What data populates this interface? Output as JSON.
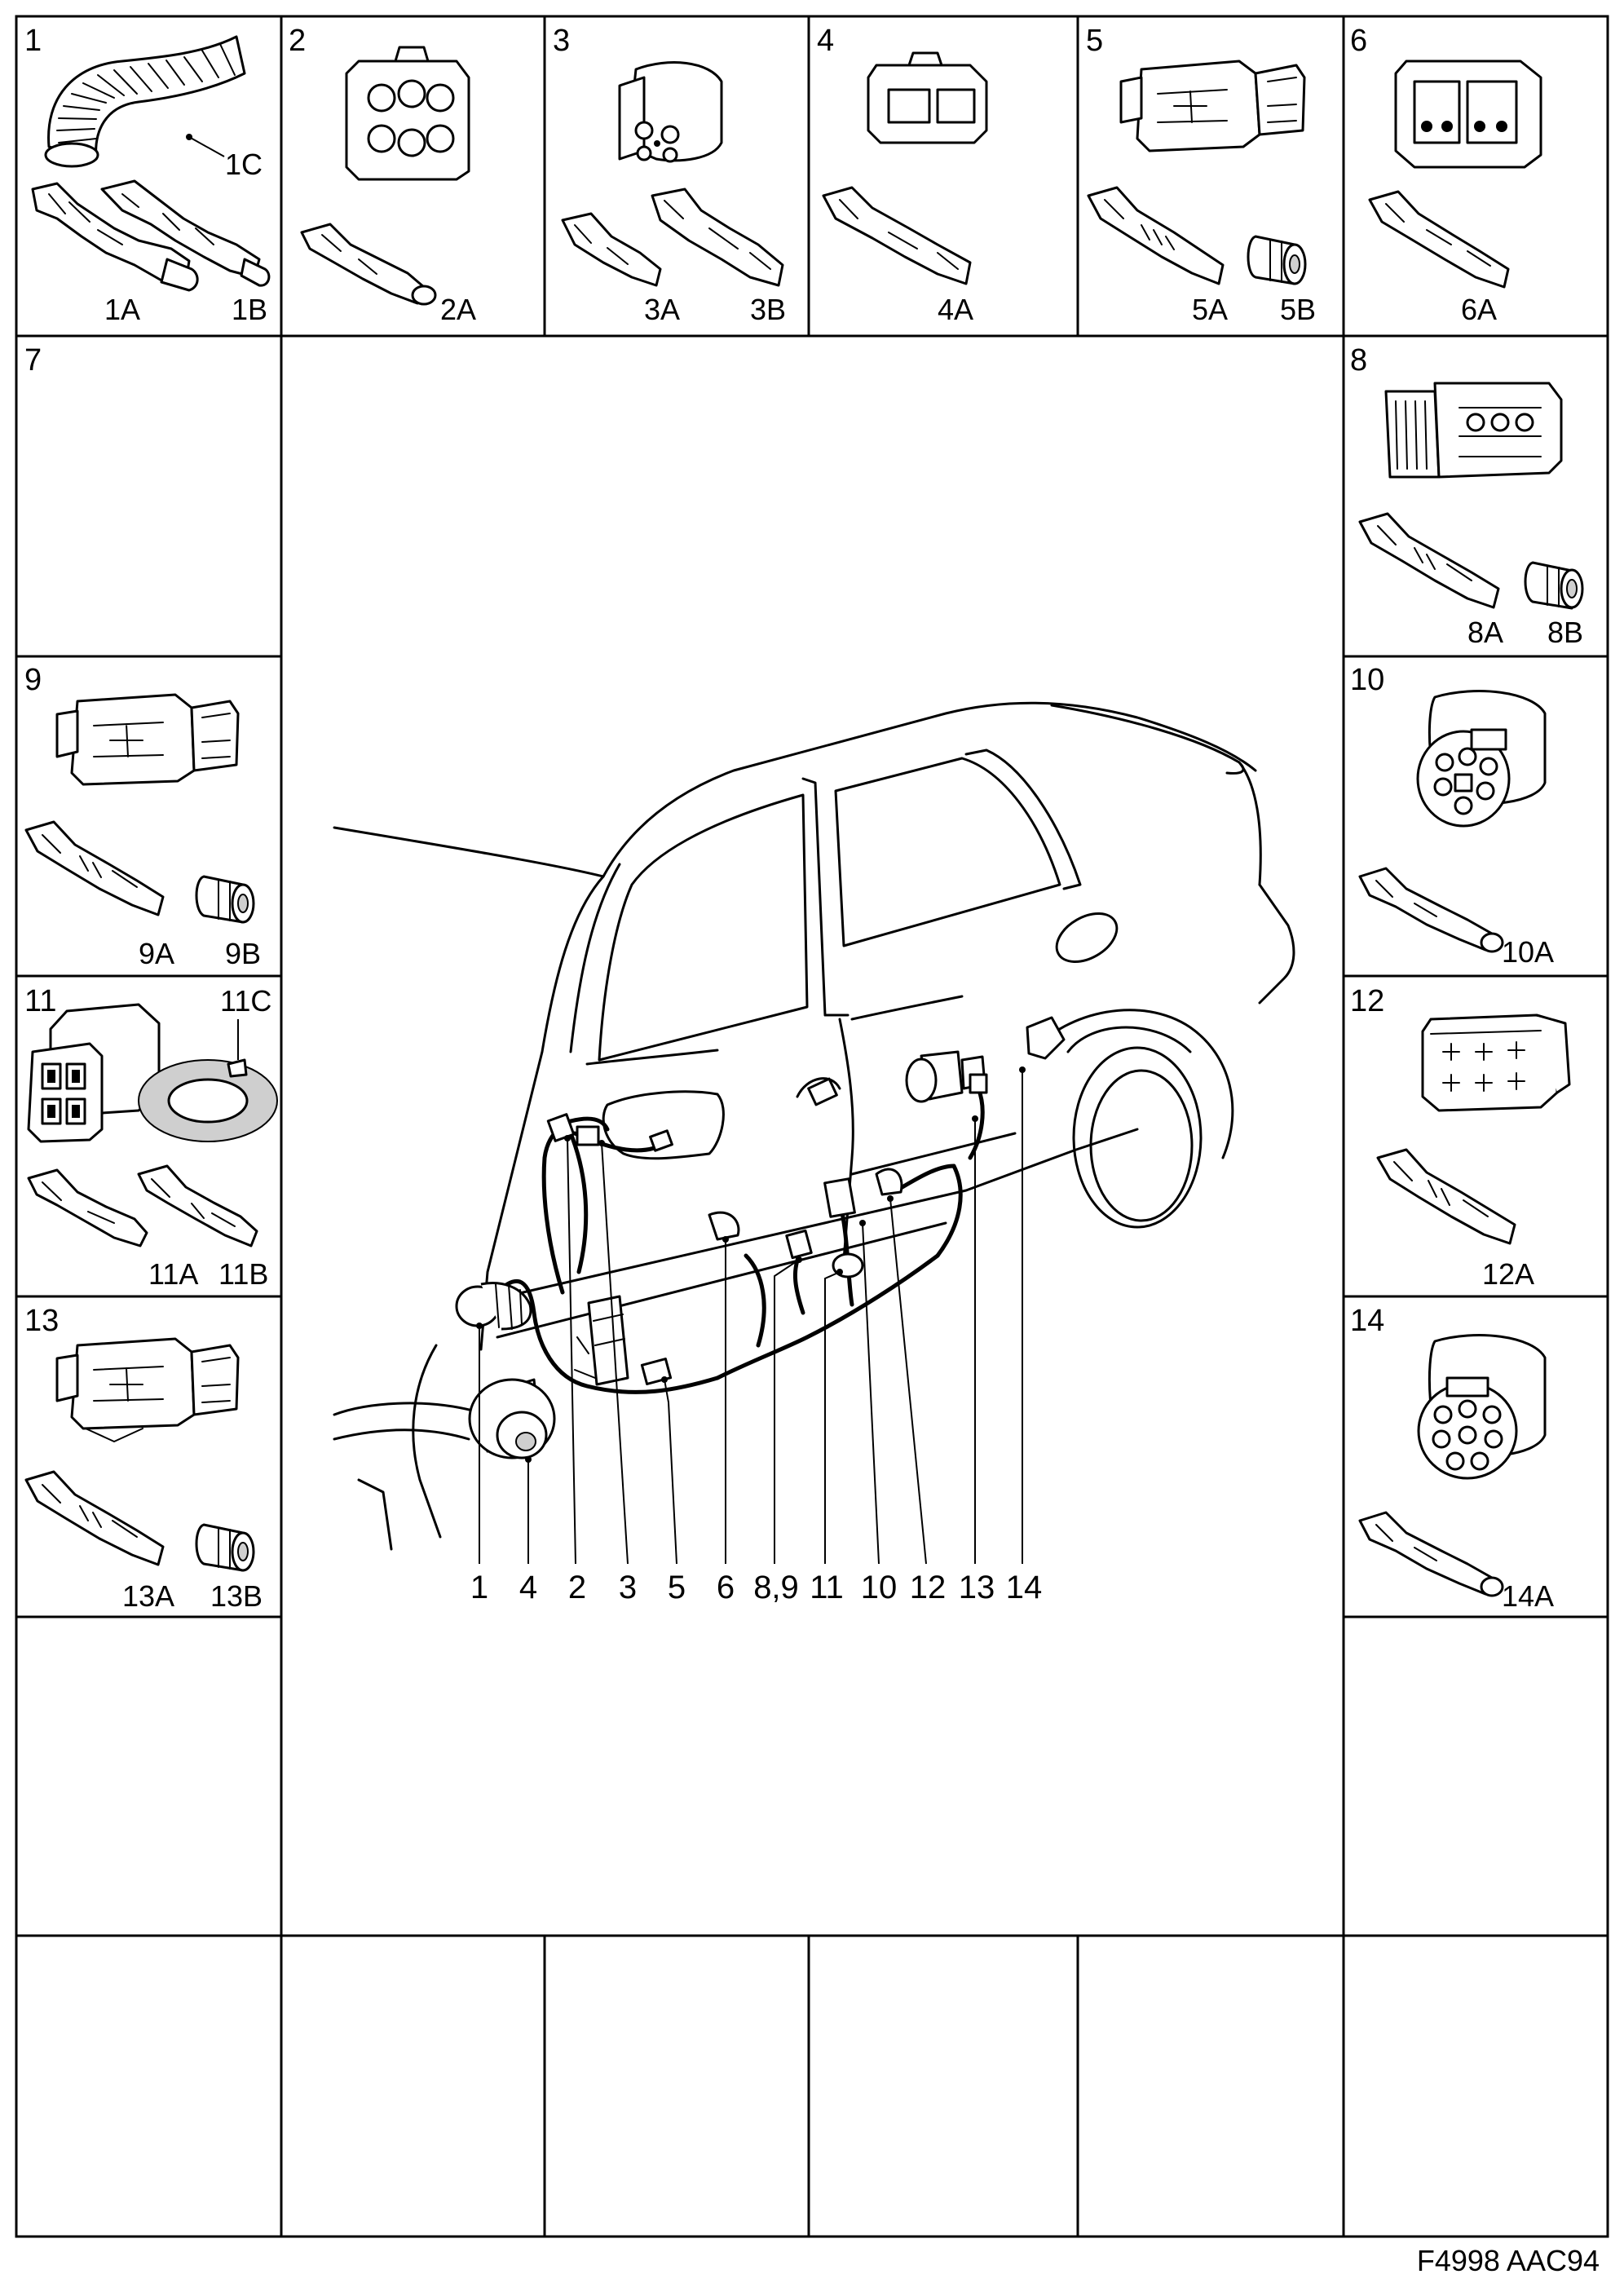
{
  "cells": [
    {
      "number": "1",
      "parts": [
        "1C",
        "1A",
        "1B"
      ]
    },
    {
      "number": "2",
      "parts": [
        "2A"
      ]
    },
    {
      "number": "3",
      "parts": [
        "3A",
        "3B"
      ]
    },
    {
      "number": "4",
      "parts": [
        "4A"
      ]
    },
    {
      "number": "5",
      "parts": [
        "5A",
        "5B"
      ]
    },
    {
      "number": "6",
      "parts": [
        "6A"
      ]
    },
    {
      "number": "7",
      "parts": []
    },
    {
      "number": "8",
      "parts": [
        "8A",
        "8B"
      ]
    },
    {
      "number": "9",
      "parts": [
        "9A",
        "9B"
      ]
    },
    {
      "number": "10",
      "parts": [
        "10A"
      ]
    },
    {
      "number": "11",
      "parts": [
        "11C",
        "11A",
        "11B"
      ]
    },
    {
      "number": "12",
      "parts": [
        "12A"
      ]
    },
    {
      "number": "13",
      "parts": [
        "13A",
        "13B"
      ]
    },
    {
      "number": "14",
      "parts": [
        "14A"
      ]
    }
  ],
  "callouts": [
    "1",
    "4",
    "2",
    "3",
    "5",
    "6",
    "8,9",
    "11",
    "10",
    "12",
    "13",
    "14"
  ],
  "reference": "F4998 AAC94"
}
